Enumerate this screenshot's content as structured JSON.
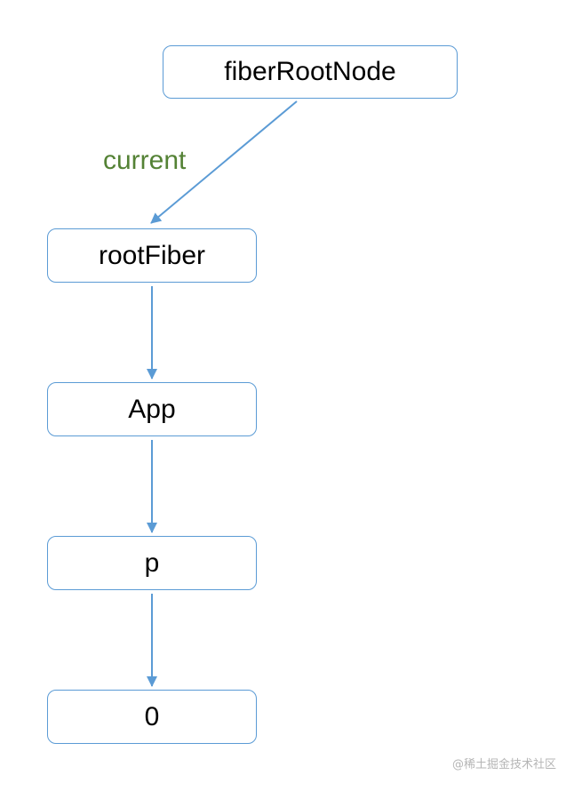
{
  "diagram": {
    "nodes": {
      "fiber_root_node": "fiberRootNode",
      "root_fiber": "rootFiber",
      "app": "App",
      "p": "p",
      "zero": "0"
    },
    "edges": [
      {
        "from": "fiberRootNode",
        "to": "rootFiber",
        "label": "current"
      },
      {
        "from": "rootFiber",
        "to": "App",
        "label": ""
      },
      {
        "from": "App",
        "to": "p",
        "label": ""
      },
      {
        "from": "p",
        "to": "0",
        "label": ""
      }
    ],
    "current_label": "current"
  },
  "watermark": "@稀土掘金技术社区",
  "colors": {
    "node_border": "#5b9bd5",
    "edge": "#5b9bd5",
    "current_label": "#548235",
    "watermark": "#b5b5b5"
  }
}
